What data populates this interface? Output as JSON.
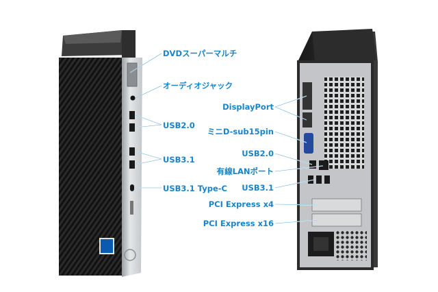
{
  "front_labels": {
    "dvd": "DVDスーパーマルチ",
    "audio": "オーディオジャック",
    "usb20": "USB2.0",
    "usb31": "USB3.1",
    "usbc": "USB3.1 Type-C"
  },
  "rear_labels": {
    "displayport": "DisplayPort",
    "dsub": "ミニD-sub15pin",
    "usb20": "USB2.0",
    "lan": "有線LANポート",
    "usb31": "USB3.1",
    "pcie_x4": "PCI Express x4",
    "pcie_x16": "PCI Express x16"
  },
  "accent_color": "#1b84c8"
}
